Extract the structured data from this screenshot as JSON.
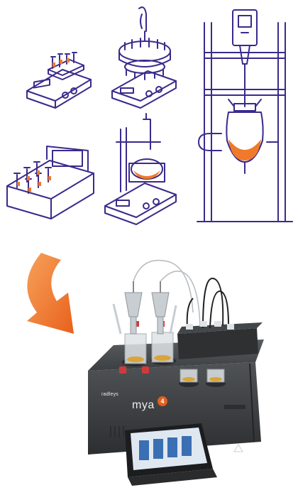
{
  "device": {
    "brand_label": "radleys",
    "model_label": "mya",
    "model_number": "4"
  },
  "colors": {
    "line_art": "#3a2a8c",
    "accent_orange": "#f07a2a",
    "device_body": "#3f4244",
    "device_top": "#4a4d50"
  },
  "icons": {
    "arrow": "curved-arrow-icon"
  }
}
